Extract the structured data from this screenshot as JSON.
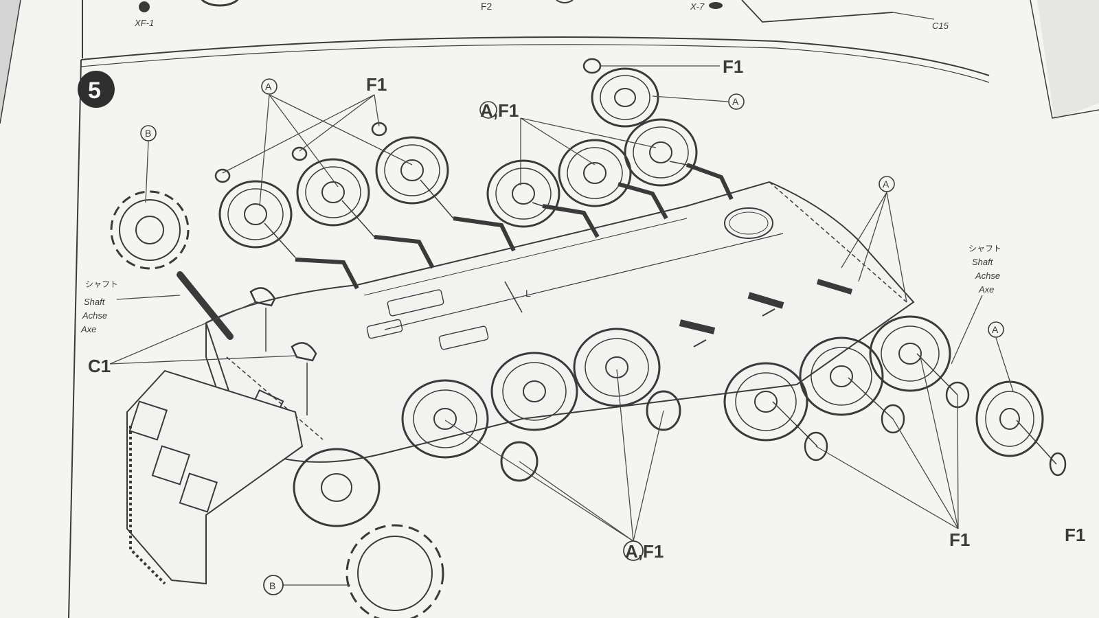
{
  "top_strip": {
    "labels": [
      "XF-1",
      "F2",
      "X-7",
      "C15"
    ]
  },
  "step": {
    "number": "5"
  },
  "callouts": {
    "a": "A",
    "b": "B",
    "f1": "F1",
    "a_f1": "A,F1",
    "c1": "C1",
    "shaft_multilang": [
      "シャフト",
      "Shaft",
      "Achse",
      "Axe"
    ]
  },
  "colors": {
    "paper": "#f4f4f1",
    "ink": "#3a3a3a",
    "background": "#d4d4d4"
  }
}
